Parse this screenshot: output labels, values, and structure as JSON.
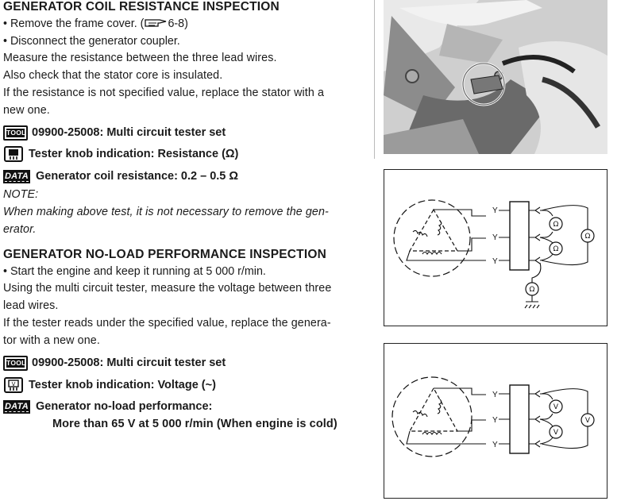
{
  "section1": {
    "title": "GENERATOR COIL RESISTANCE INSPECTION",
    "bullets": [
      "Remove the frame cover. (",
      "6-8)",
      "Disconnect the generator coupler."
    ],
    "para": [
      "Measure the resistance between the three lead wires.",
      "Also check that the stator core is insulated.",
      "If the resistance is not specified value, replace the stator with a",
      "new one."
    ],
    "tool_badge": "TOOL",
    "tool": "09900-25008: Multi circuit tester set",
    "knob": "Tester knob indication: Resistance (Ω)",
    "data_badge": "DATA",
    "data": "Generator coil resistance: 0.2 – 0.5 Ω",
    "note_label": "NOTE:",
    "note": [
      "When making above test, it is not necessary to remove the gen-",
      "erator."
    ]
  },
  "section2": {
    "title": "GENERATOR NO-LOAD PERFORMANCE INSPECTION",
    "bullets": [
      "Start the engine and keep it running at 5 000 r/min."
    ],
    "para": [
      "Using the multi circuit tester, measure the voltage between three",
      "lead wires.",
      "If the tester reads under the specified value, replace the genera-",
      "tor with a new one."
    ],
    "tool_badge": "TOOL",
    "tool": "09900-25008: Multi circuit tester set",
    "knob": "Tester knob indication: Voltage (~)",
    "data_badge": "DATA",
    "data": "Generator no-load performance:",
    "data_value": "More than 65 V at 5 000 r/min (When engine is cold)"
  },
  "diagram1": {
    "lead_label": "Y",
    "meter_symbol": "Ω"
  },
  "diagram2": {
    "lead_label": "Y",
    "meter_symbol": "V"
  },
  "colors": {
    "text": "#1a1a1a",
    "photo": "#d6d6d6",
    "badge": "#111111"
  }
}
